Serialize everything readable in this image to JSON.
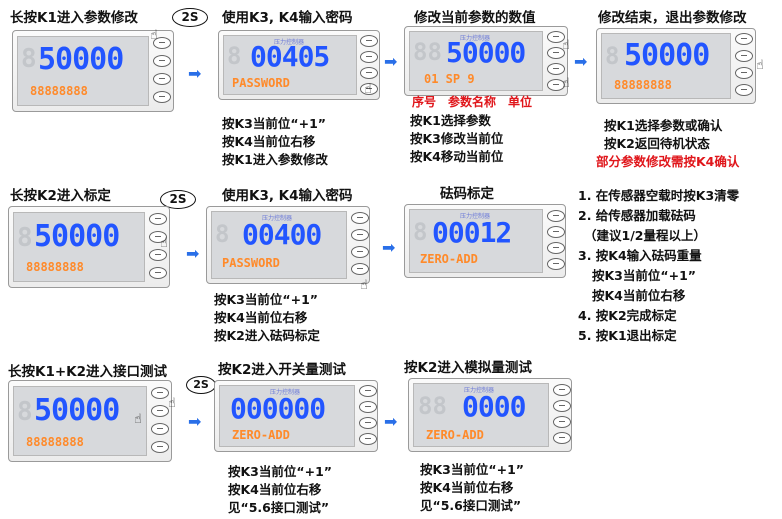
{
  "row1": {
    "steps": [
      {
        "title": "长按K1进入参数修改",
        "bubble": "2S",
        "display_main": "50000",
        "display_sub": "88888888",
        "notes": []
      },
      {
        "title": "使用K3, K4输入密码",
        "display_main": "00405",
        "display_sub": "PASSWORD",
        "notes": [
          "按K3当前位“+1”",
          "按K4当前位右移",
          "按K1进入参数修改"
        ]
      },
      {
        "title": "修改当前参数的数值",
        "display_main": "50000",
        "display_sub": "01 SP 9",
        "labels": {
          "seq": "序号",
          "name": "参数名称",
          "unit": "单位"
        },
        "notes": [
          "按K1选择参数",
          "按K3修改当前位",
          "按K4移动当前位"
        ]
      },
      {
        "title": "修改结束，退出参数修改",
        "display_main": "50000",
        "display_sub": "88888888",
        "notes": [
          "按K1选择参数或确认",
          "按K2返回待机状态"
        ],
        "red_note": "部分参数修改需按K4确认"
      }
    ]
  },
  "row2": {
    "steps": [
      {
        "title": "长按K2进入标定",
        "bubble": "2S",
        "display_main": "50000",
        "display_sub": "88888888"
      },
      {
        "title": "使用K3, K4输入密码",
        "display_main": "00400",
        "display_sub": "PASSWORD",
        "notes": [
          "按K3当前位“+1”",
          "按K4当前位右移",
          "按K2进入砝码标定"
        ]
      },
      {
        "title": "砝码标定",
        "display_main": "00012",
        "display_sub": "ZERO-ADD"
      }
    ],
    "instructions": [
      "1. 在传感器空载时按K3清零",
      "2. 给传感器加载砝码",
      "（建议1/2量程以上）",
      "3. 按K4输入砝码重量",
      "按K3当前位“+1”",
      "按K4当前位右移",
      "4. 按K2完成标定",
      "5. 按K1退出标定"
    ]
  },
  "row3": {
    "steps": [
      {
        "title": "长按K1+K2进入接口测试",
        "bubble": "2S",
        "display_main": "50000",
        "display_sub": "88888888"
      },
      {
        "title": "按K2进入开关量测试",
        "display_main": "000000",
        "display_sub": "ZERO-ADD",
        "notes": [
          "按K3当前位“+1”",
          "按K4当前位右移",
          "见“5.6接口测试”"
        ]
      },
      {
        "title": "按K2进入模拟量测试",
        "display_main": "0000",
        "display_sub": "ZERO-ADD",
        "notes": [
          "按K3当前位“+1”",
          "按K4当前位右移",
          "见“5.6接口测试”"
        ]
      }
    ]
  },
  "colors": {
    "digit_blue": "#2255ff",
    "digit_orange": "#ff8a2a",
    "arrow_blue": "#2a6fe8",
    "warning_red": "#e0161b"
  },
  "icons": {
    "arrow": "right-arrow-icon",
    "hand": "pointing-hand-icon",
    "bubble": "time-bubble"
  }
}
